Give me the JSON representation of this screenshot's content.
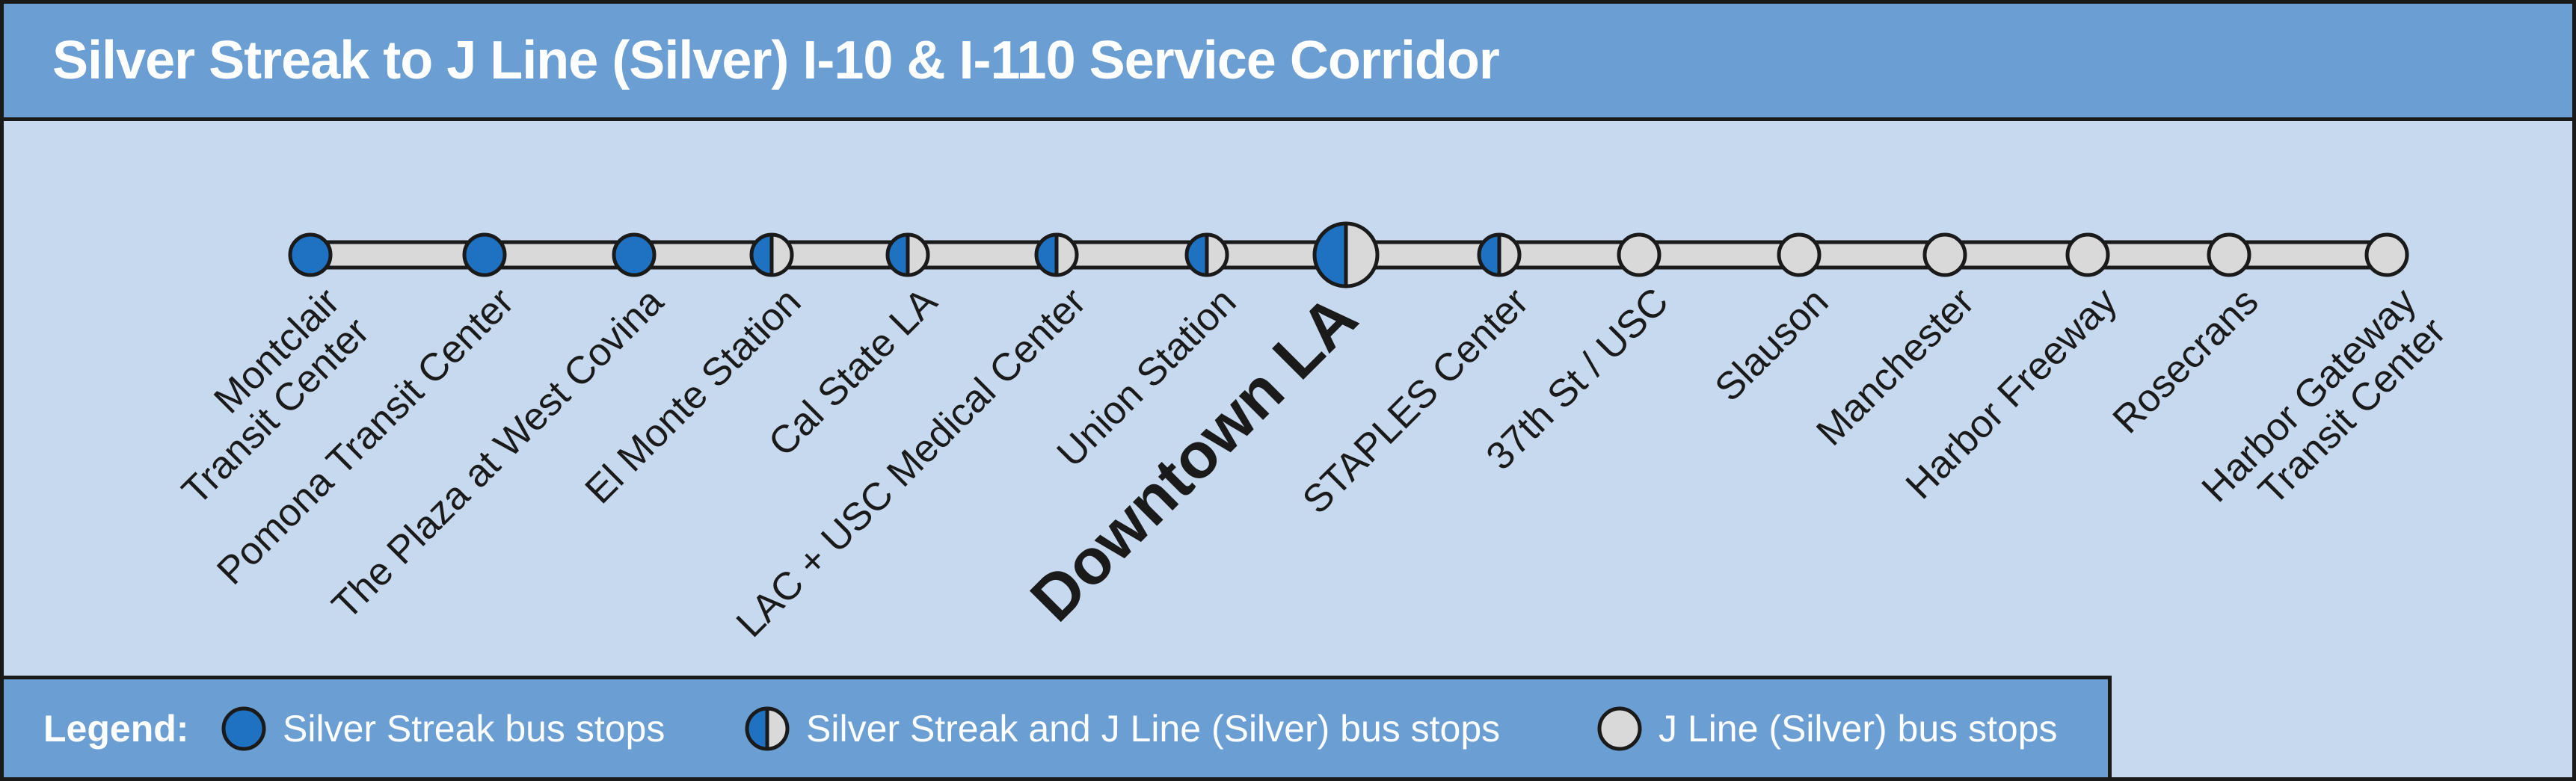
{
  "title": "Silver Streak to J Line (Silver) I-10 & I-110 Service Corridor",
  "colors": {
    "header": "#6b9fd4",
    "panel": "#c7d9ef",
    "silver_streak": "#1f72c2",
    "j_line": "#d9d9d9",
    "line": "#d9d9d9",
    "outline": "#1a1a1a"
  },
  "stops": [
    {
      "lines": [
        "Montclair",
        "Transit Center"
      ],
      "type": "silver_streak"
    },
    {
      "lines": [
        "Pomona Transit Center"
      ],
      "type": "silver_streak"
    },
    {
      "lines": [
        "The Plaza at West Covina"
      ],
      "type": "silver_streak"
    },
    {
      "lines": [
        "El Monte Station"
      ],
      "type": "both"
    },
    {
      "lines": [
        "Cal State LA"
      ],
      "type": "both"
    },
    {
      "lines": [
        "LAC + USC Medical Center"
      ],
      "type": "both"
    },
    {
      "lines": [
        "Union Station"
      ],
      "type": "both"
    },
    {
      "lines": [
        "Downtown LA"
      ],
      "type": "both",
      "major": true
    },
    {
      "lines": [
        "STAPLES Center"
      ],
      "type": "both"
    },
    {
      "lines": [
        "37th St / USC"
      ],
      "type": "j_line"
    },
    {
      "lines": [
        "Slauson"
      ],
      "type": "j_line"
    },
    {
      "lines": [
        "Manchester"
      ],
      "type": "j_line"
    },
    {
      "lines": [
        "Harbor Freeway"
      ],
      "type": "j_line"
    },
    {
      "lines": [
        "Rosecrans"
      ],
      "type": "j_line"
    },
    {
      "lines": [
        "Harbor Gateway",
        "Transit Center"
      ],
      "type": "j_line"
    }
  ],
  "legend": {
    "title": "Legend:",
    "silver_streak": "Silver Streak bus stops",
    "both": "Silver Streak and J Line (Silver) bus stops",
    "j_line": "J Line (Silver) bus stops"
  }
}
